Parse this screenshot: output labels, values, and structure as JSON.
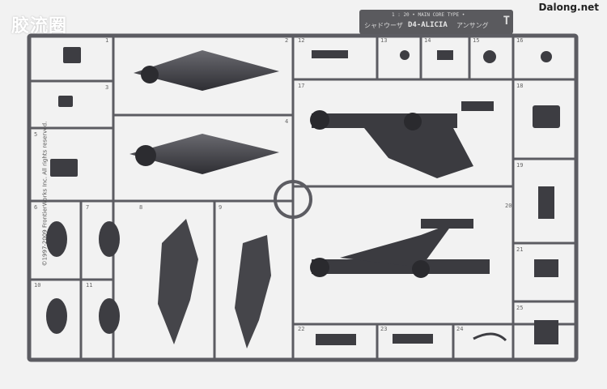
{
  "watermark_left": "胶流圈",
  "watermark_right": "Dalong.net",
  "runner_tag": {
    "scale_line": "1 : 20 • MAIN CORE TYPE •",
    "left_text": "シャドウーザ",
    "model": "D4-ALICIA",
    "right_text": "アンサング",
    "letter": "T"
  },
  "copyright": "©1997-2009 FrontierWorks Inc. All rights reserved.",
  "part_numbers": [
    "1",
    "2",
    "3",
    "4",
    "5",
    "6",
    "7",
    "8",
    "9",
    "10",
    "11",
    "12",
    "13",
    "14",
    "15",
    "16",
    "17",
    "18",
    "19",
    "20",
    "21",
    "22",
    "23",
    "24",
    "25"
  ],
  "colors": {
    "background": "#f2f2f2",
    "plastic": "#4a4a50",
    "frame": "#5c5c62"
  }
}
